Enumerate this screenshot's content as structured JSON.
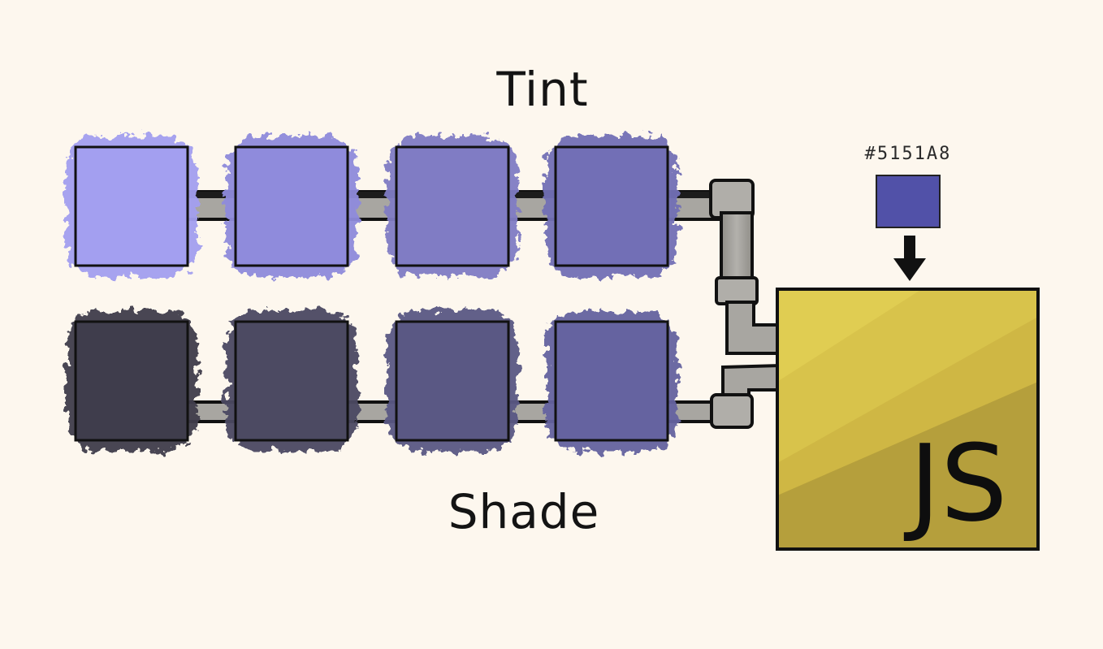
{
  "labels": {
    "tint": "Tint",
    "shade": "Shade",
    "hex": "#5151A8",
    "js": "JS"
  },
  "colors": {
    "background": "#fdf7ee",
    "base": "#5151A8",
    "tint_swatches": [
      "#a39ff0",
      "#8f8bdc",
      "#807cc4",
      "#726fb6"
    ],
    "shade_swatches": [
      "#3f3d4c",
      "#4c4a62",
      "#5a5884",
      "#6563a0"
    ],
    "pipe": "#a8a6a1",
    "js_box": "#cfb744",
    "js_box_light": "#e0cd52",
    "js_box_dark": "#b59f3c"
  },
  "icons": {
    "arrow": "arrow-down-icon"
  }
}
